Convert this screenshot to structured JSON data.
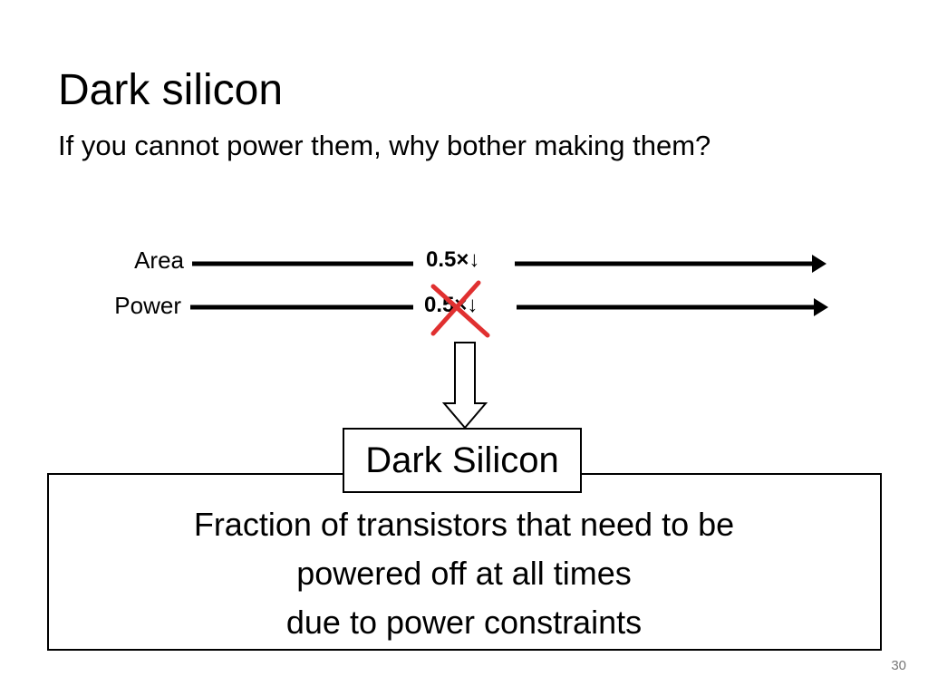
{
  "slide": {
    "title": "Dark silicon",
    "subtitle": "If you cannot power them, why bother making them?",
    "page_number": "30"
  },
  "diagram": {
    "rows": [
      {
        "label": "Area",
        "value": "0.5×↓",
        "crossed_out": false
      },
      {
        "label": "Power",
        "value": "0.5×↓",
        "crossed_out": true
      }
    ],
    "colors": {
      "line": "#000000",
      "cross": "#e03030",
      "arrow_fill": "#ffffff"
    },
    "dark_silicon_label": "Dark Silicon",
    "definition_lines": [
      "Fraction of transistors that need to be",
      "powered off at all times",
      "due to power constraints"
    ]
  }
}
